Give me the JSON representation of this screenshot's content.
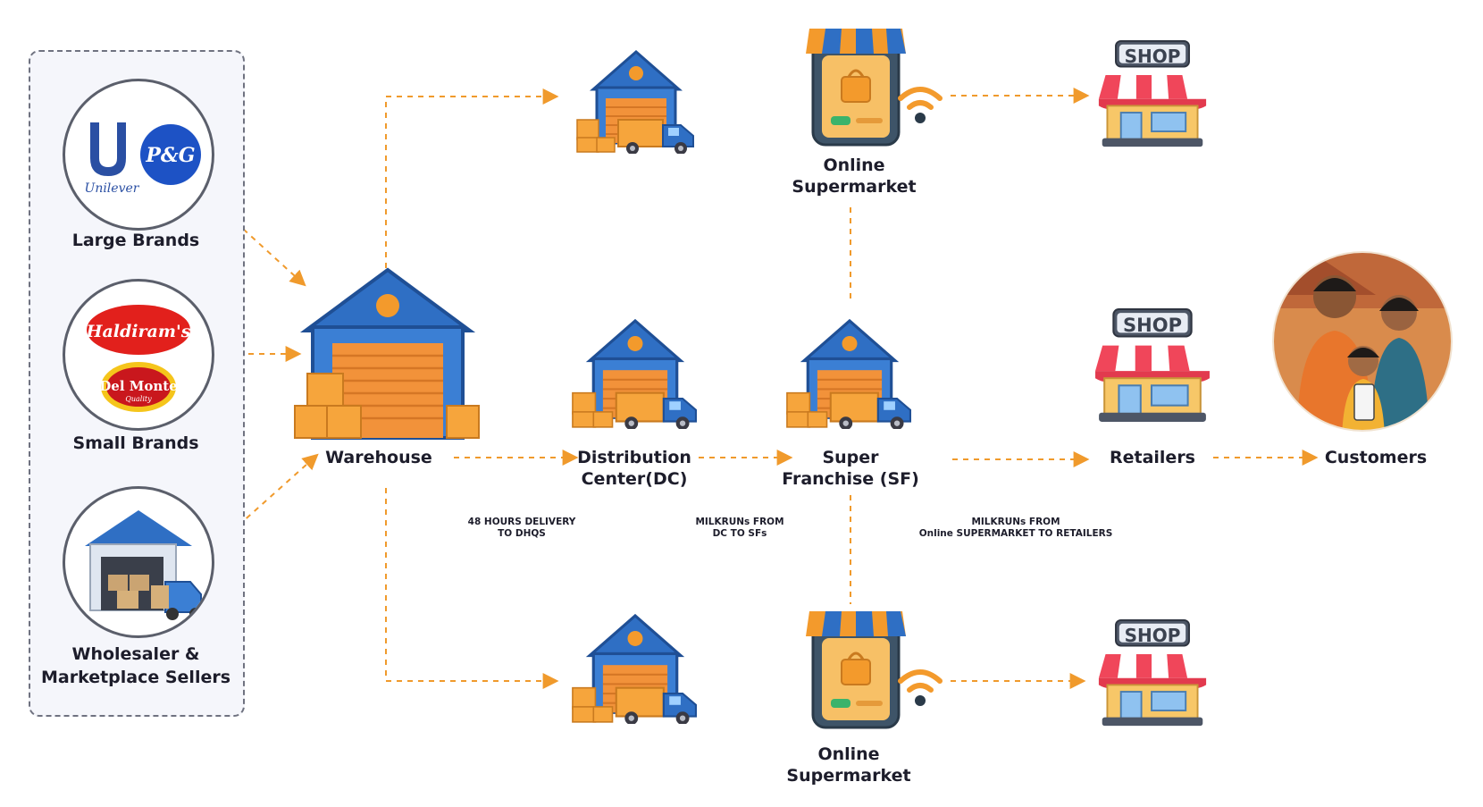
{
  "sources": {
    "large_brands": "Large Brands",
    "small_brands": "Small Brands",
    "wholesalers_line1": "Wholesaler &",
    "wholesalers_line2": "Marketplace Sellers"
  },
  "logos": {
    "unilever": "Unilever",
    "pg": "P&G",
    "haldirams": "Haldiram's",
    "delmonte": "Del Monte",
    "delmonte_sub": "Quality"
  },
  "nodes": {
    "warehouse": "Warehouse",
    "dc_line1": "Distribution",
    "dc_line2": "Center(DC)",
    "sf_line1": "Super",
    "sf_line2": "Franchise (SF)",
    "online_top_line1": "Online",
    "online_top_line2": "Supermarket",
    "online_bottom_line1": "Online",
    "online_bottom_line2": "Supermarket",
    "retailers": "Retailers",
    "customers": "Customers"
  },
  "shop_sign": "SHOP",
  "annotations": {
    "delivery_line1": "48 HOURS DELIVERY",
    "delivery_line2": "TO DHQS",
    "milkrun_dc_line1": "MILKRUNs FROM",
    "milkrun_dc_line2": "DC TO SFs",
    "milkrun_os_line1": "MILKRUNs FROM",
    "milkrun_os_line2": "Online SUPERMARKET TO RETAILERS"
  },
  "colors": {
    "accent_orange": "#f09a2c",
    "warehouse_blue": "#2f6fc4",
    "border_gray": "#5b5f6b"
  }
}
